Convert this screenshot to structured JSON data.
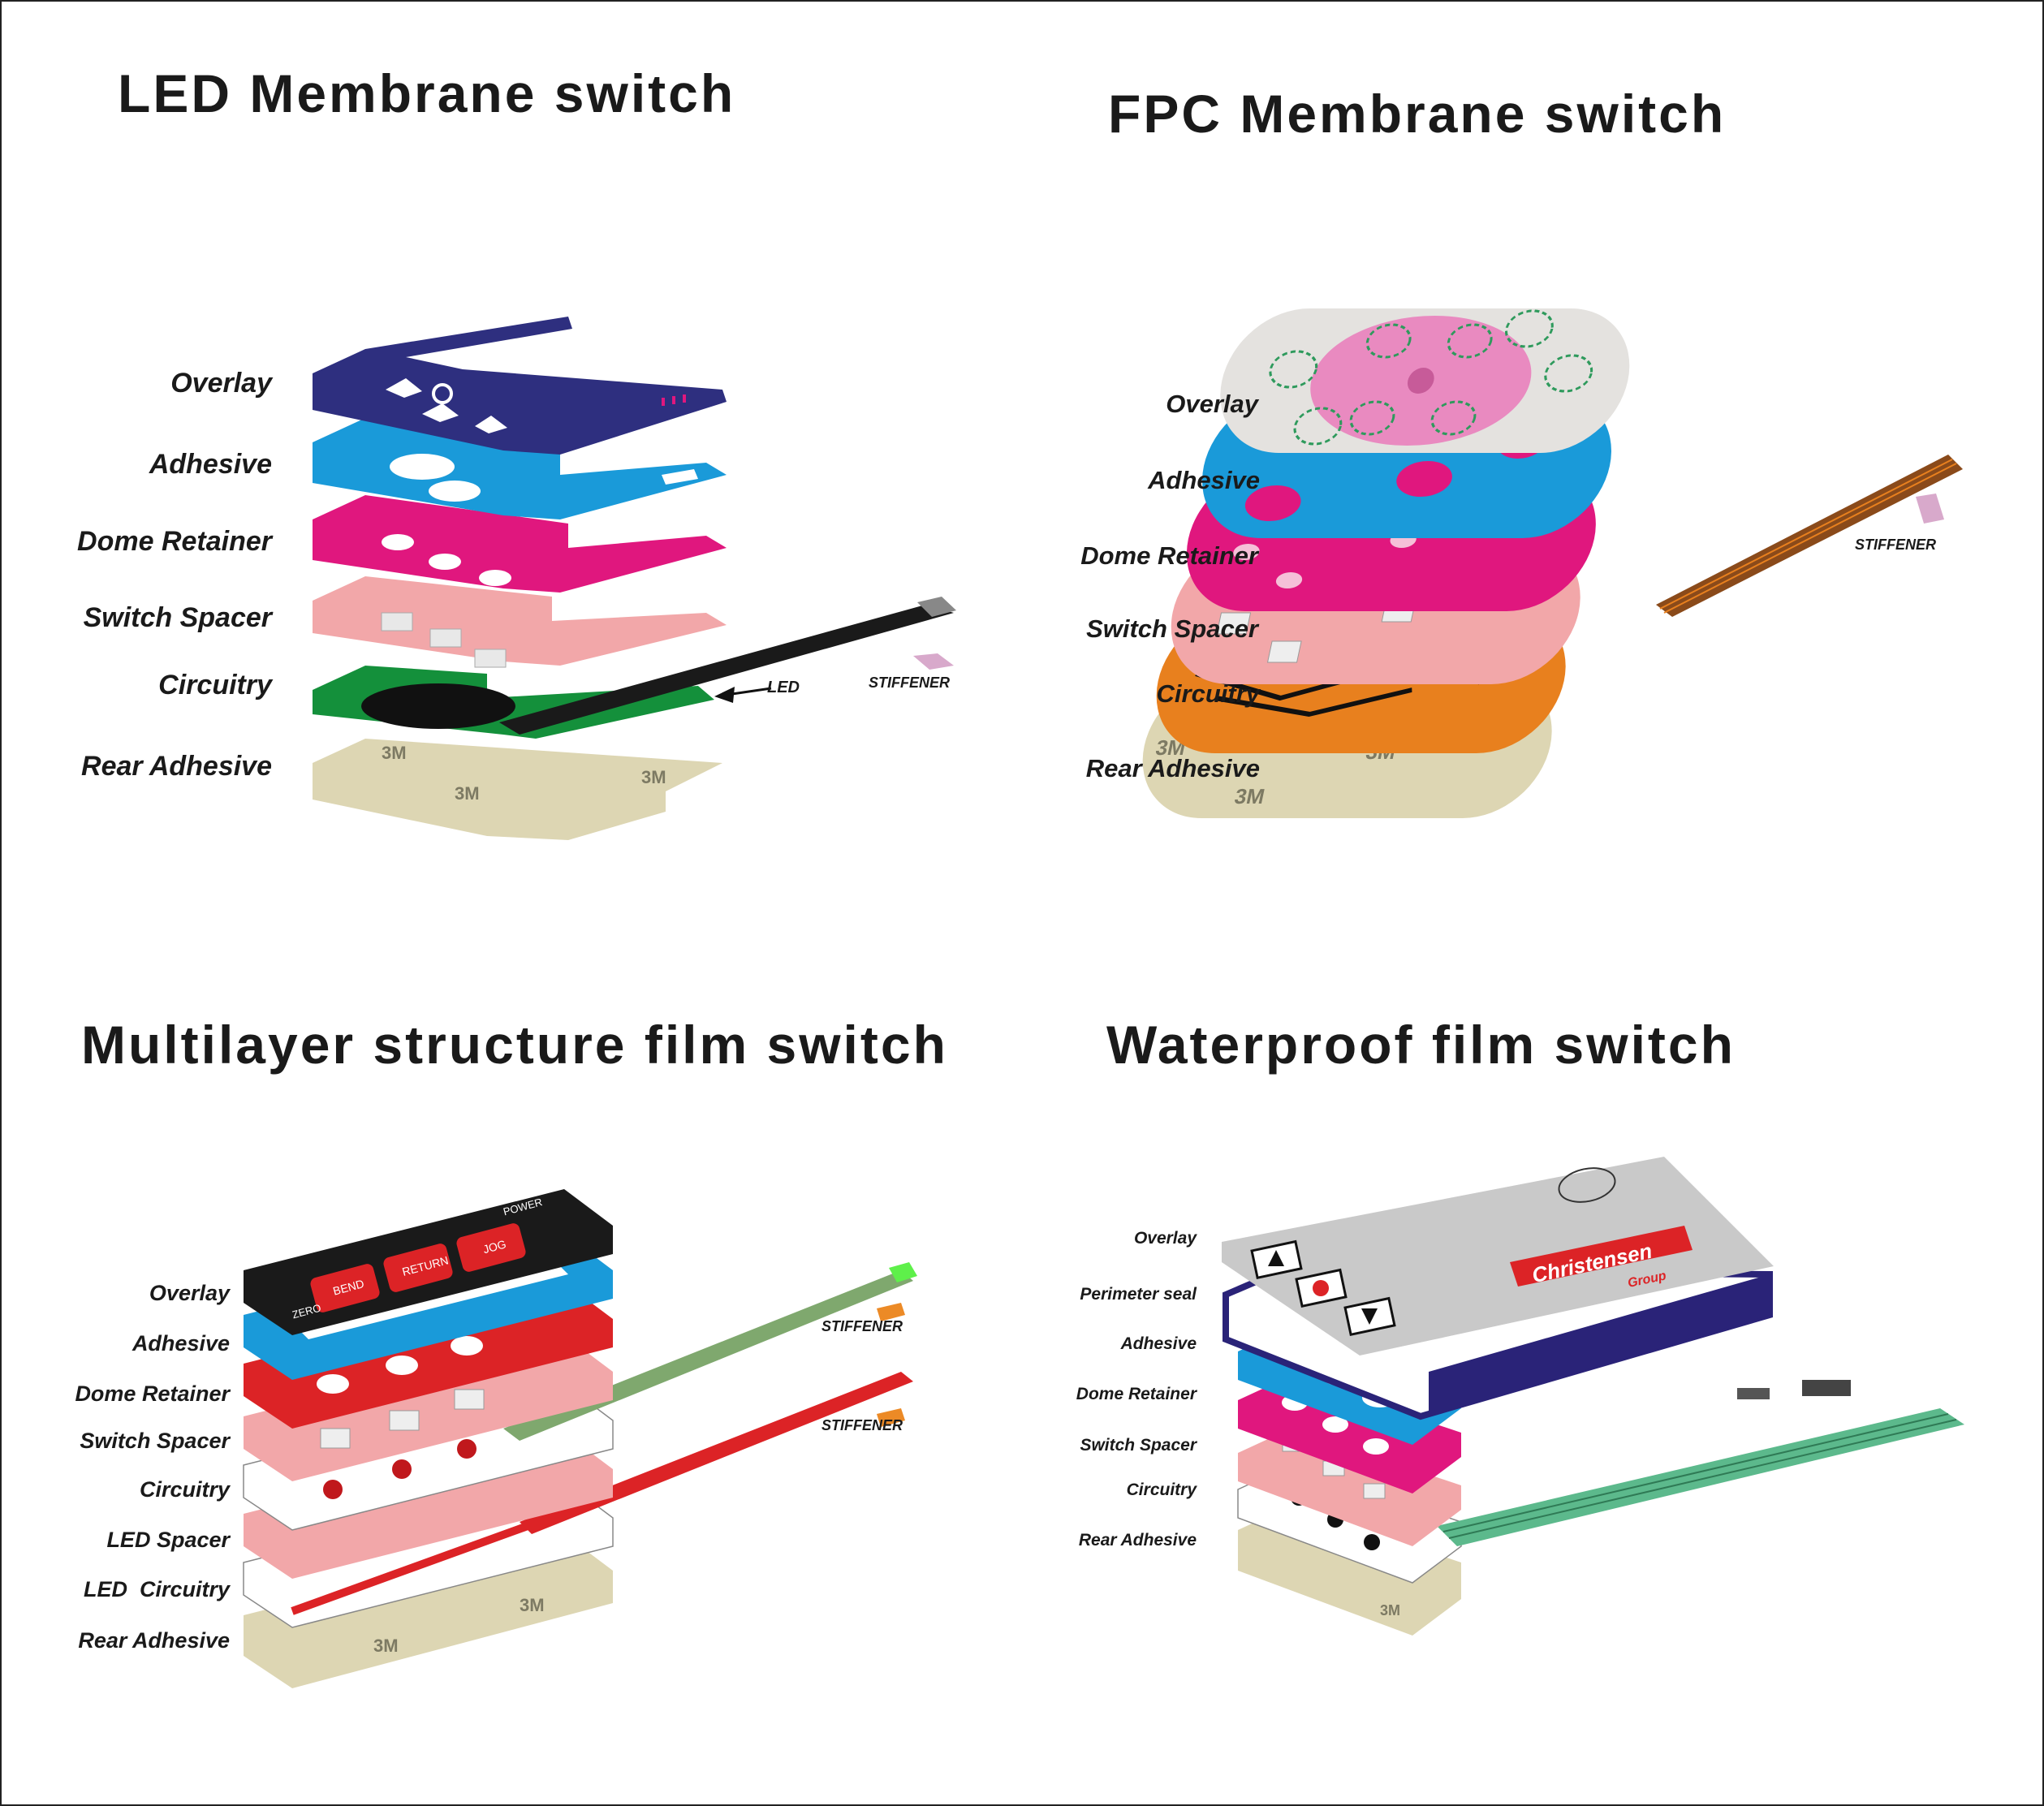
{
  "colors": {
    "overlay_navy": "#2e2f7f",
    "adhesive_blue": "#1a9ad9",
    "retainer_magenta": "#e0177e",
    "spacer_pink": "#f2a7a9",
    "circuit_green": "#14903b",
    "rear_tan": "#ddd6b3",
    "fpc_orange": "#e8801e",
    "overlay_grey": "#e4e2df",
    "overlay_pink": "#e98ac0",
    "overlay_black": "#1a1a1a",
    "retainer_red": "#dc2326",
    "wp_overlay_silver": "#c9c9c9",
    "wp_seal_navy": "#2a2378",
    "flex_green": "#5cb98c",
    "stiffener_lilac": "#d8a9cb",
    "stiffener_orange": "#ec8a26"
  },
  "panels": [
    {
      "title": "LED Membrane switch",
      "layers": [
        "Overlay",
        "Adhesive",
        "Dome Retainer",
        "Switch Spacer",
        "Circuitry",
        "Rear Adhesive"
      ],
      "callouts": [
        "LED",
        "STIFFENER"
      ]
    },
    {
      "title": "FPC Membrane switch",
      "layers": [
        "Overlay",
        "Adhesive",
        "Dome Retainer",
        "Switch Spacer",
        "Circuitry",
        "Rear Adhesive"
      ],
      "callouts": [
        "STIFFENER"
      ]
    },
    {
      "title": "Multilayer structure film switch",
      "layers": [
        "Overlay",
        "Adhesive",
        "Dome Retainer",
        "Switch Spacer",
        "Circuitry",
        "LED Spacer",
        "LED  Circuitry",
        "Rear Adhesive"
      ],
      "callouts": [
        "STIFFENER",
        "STIFFENER"
      ]
    },
    {
      "title": "Waterproof film switch",
      "layers": [
        "Overlay",
        "Perimeter seal",
        "Adhesive",
        "Dome Retainer",
        "Switch Spacer",
        "Circuitry",
        "Rear Adhesive"
      ],
      "callouts": []
    }
  ],
  "prints": {
    "rear_brand": "3M",
    "multilayer_keys": [
      "BEND",
      "RETURN",
      "JOG",
      "ZERO",
      "POWER"
    ],
    "waterproof_brand": "Christensen",
    "waterproof_brand_sub": "Group"
  }
}
